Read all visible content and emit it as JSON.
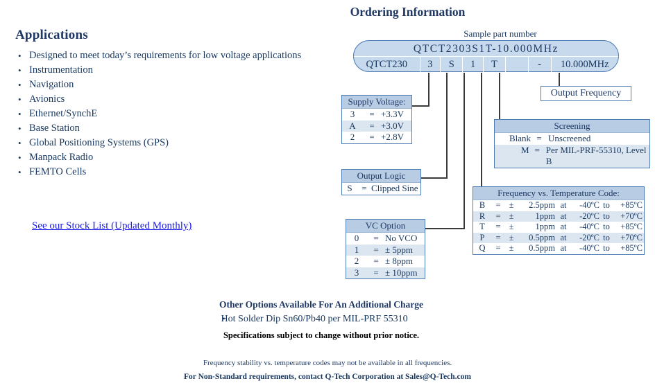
{
  "applications": {
    "heading": "Applications",
    "bullet": "•",
    "items": [
      "Designed to meet today’s requirements for low voltage applications",
      "Instrumentation",
      "Navigation",
      "Avionics",
      "Ethernet/SynchE",
      "Base Station",
      "Global Positioning Systems (GPS)",
      "Manpack Radio",
      "FEMTO Cells"
    ],
    "stock_link": "See our Stock List (Updated Monthly)"
  },
  "ordering": {
    "title": "Ordering Information",
    "sample_label": "Sample part number",
    "part_number_full": "QTCT2303S1T-10.000MHz",
    "part_number_cells": [
      {
        "text": "QTCT230",
        "width": 96
      },
      {
        "text": "3",
        "width": 30
      },
      {
        "text": "S",
        "width": 32
      },
      {
        "text": "1",
        "width": 30
      },
      {
        "text": "T",
        "width": 32
      },
      {
        "text": "",
        "width": 33
      },
      {
        "text": "-",
        "width": 33
      },
      {
        "text": "10.000MHz",
        "width": 97
      }
    ]
  },
  "supply_voltage": {
    "title": "Supply Voltage:",
    "rows": [
      {
        "code": "3",
        "eq": "=",
        "value": "+3.3V"
      },
      {
        "code": "A",
        "eq": "=",
        "value": "+3.0V"
      },
      {
        "code": "2",
        "eq": "=",
        "value": "+2.8V"
      }
    ]
  },
  "output_logic": {
    "title": "Output Logic",
    "rows": [
      {
        "code": "S",
        "eq": "=",
        "value": "Clipped Sine"
      }
    ]
  },
  "vc_option": {
    "title": "VC Option",
    "rows": [
      {
        "code": "0",
        "eq": "=",
        "value": "No VCO"
      },
      {
        "code": "1",
        "eq": "=",
        "value": "± 5ppm"
      },
      {
        "code": "2",
        "eq": "=",
        "value": "± 8ppm"
      },
      {
        "code": "3",
        "eq": "=",
        "value": "± 10ppm"
      }
    ]
  },
  "output_frequency": {
    "label": "Output Frequency"
  },
  "screening": {
    "title": "Screening",
    "rows": [
      {
        "code": "Blank",
        "eq": "=",
        "value": "Unscreened"
      },
      {
        "code": "M",
        "eq": "=",
        "value": "Per MIL-PRF-55310, Level B"
      }
    ]
  },
  "freq_temp": {
    "title": "Frequency vs. Temperature Code:",
    "rows": [
      {
        "code": "B",
        "eq": "=",
        "pm": "±",
        "ppm": "2.5ppm",
        "at": "at",
        "low": "-40ºC",
        "to": "to",
        "high": "+85ºC"
      },
      {
        "code": "R",
        "eq": "=",
        "pm": "±",
        "ppm": "1ppm",
        "at": "at",
        "low": "-20ºC",
        "to": "to",
        "high": "+70ºC"
      },
      {
        "code": "T",
        "eq": "=",
        "pm": "±",
        "ppm": "1ppm",
        "at": "at",
        "low": "-40ºC",
        "to": "to",
        "high": "+85ºC"
      },
      {
        "code": "P",
        "eq": "=",
        "pm": "±",
        "ppm": "0.5ppm",
        "at": "at",
        "low": "-20ºC",
        "to": "to",
        "high": "+70ºC"
      },
      {
        "code": "Q",
        "eq": "=",
        "pm": "±",
        "ppm": "0.5ppm",
        "at": "at",
        "low": "-40ºC",
        "to": "to",
        "high": "+85ºC"
      }
    ]
  },
  "bottom": {
    "other_options_heading": "Other Options Available For An Additional Charge",
    "bullet": "•",
    "hot_solder": "Hot Solder Dip Sn60/Pb40 per MIL-PRF 55310",
    "spec_notice": "Specifications subject to change without prior notice.",
    "footer_note_1": "Frequency stability vs. temperature codes may not be available in all frequencies.",
    "footer_note_2": "For Non-Standard requirements, contact Q-Tech Corporation at Sales@Q-Tech.com"
  },
  "colors": {
    "navy": "#1f3864",
    "header_band": "#b8cce4",
    "box_fill": "#c6d9ed",
    "alt_row": "#dce6f1",
    "border": "#4f7cb5",
    "link": "#1a1ae6"
  }
}
